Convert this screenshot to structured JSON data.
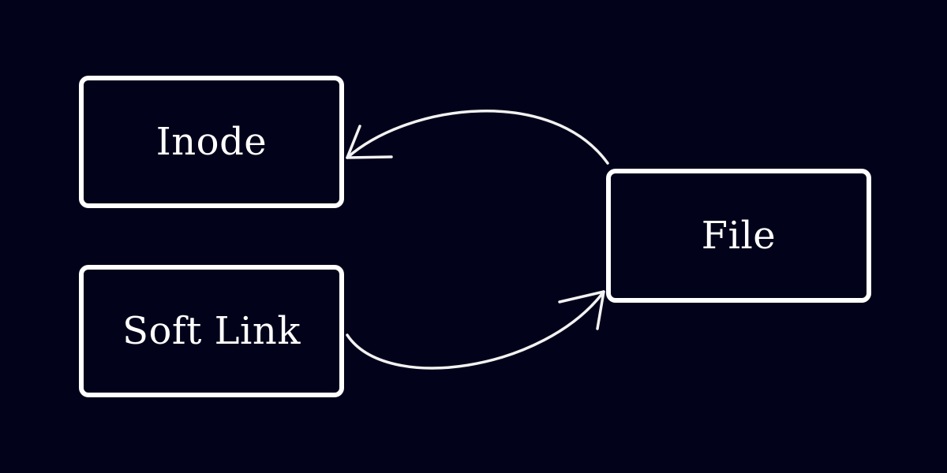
{
  "diagram": {
    "background_color": "#02021a",
    "stroke_color": "#ffffff",
    "nodes": {
      "inode": {
        "label": "Inode"
      },
      "soft_link": {
        "label": "Soft Link"
      },
      "file": {
        "label": "File"
      }
    },
    "edges": [
      {
        "from": "File",
        "to": "Inode"
      },
      {
        "from": "Soft Link",
        "to": "File"
      }
    ]
  }
}
